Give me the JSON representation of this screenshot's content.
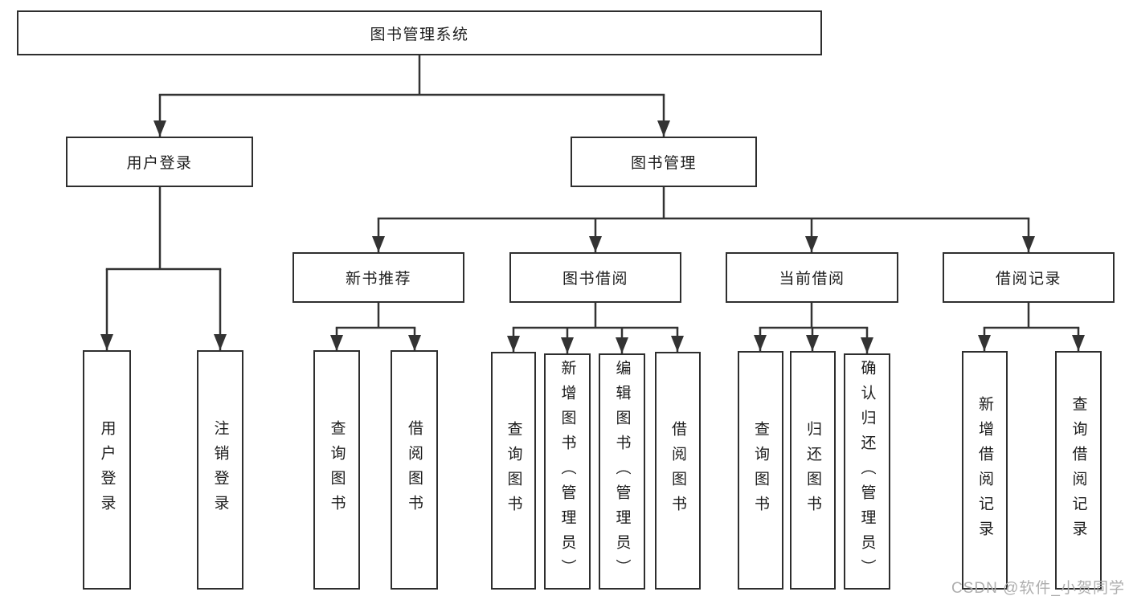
{
  "colors": {
    "line": "#333333",
    "box_border": "#2e2e2e",
    "text": "#1c1c1c",
    "watermark": "#aeaeae",
    "background": "#ffffff"
  },
  "watermark": {
    "text": "CSDN @软件_小贺同学"
  },
  "diagram": {
    "title": "图书管理系统",
    "level2": {
      "user_login": "用户登录",
      "book_mgmt": "图书管理"
    },
    "level3": {
      "new_books": "新书推荐",
      "book_borrow": "图书借阅",
      "current_borrow": "当前借阅",
      "borrow_records": "借阅记录"
    },
    "leaves": {
      "user_login": "用户登录",
      "logout": "注销登录",
      "nb_query_books": "查询图书",
      "nb_borrow_books": "借阅图书",
      "bb_query_books": "查询图书",
      "bb_add_books": "新增图书（管理员）",
      "bb_edit_books": "编辑图书（管理员）",
      "bb_borrow_books": "借阅图书",
      "cb_query_books": "查询图书",
      "cb_return_books": "归还图书",
      "cb_confirm_return": "确认归还（管理员）",
      "br_add_record": "新增借阅记录",
      "br_query_record": "查询借阅记录"
    }
  }
}
